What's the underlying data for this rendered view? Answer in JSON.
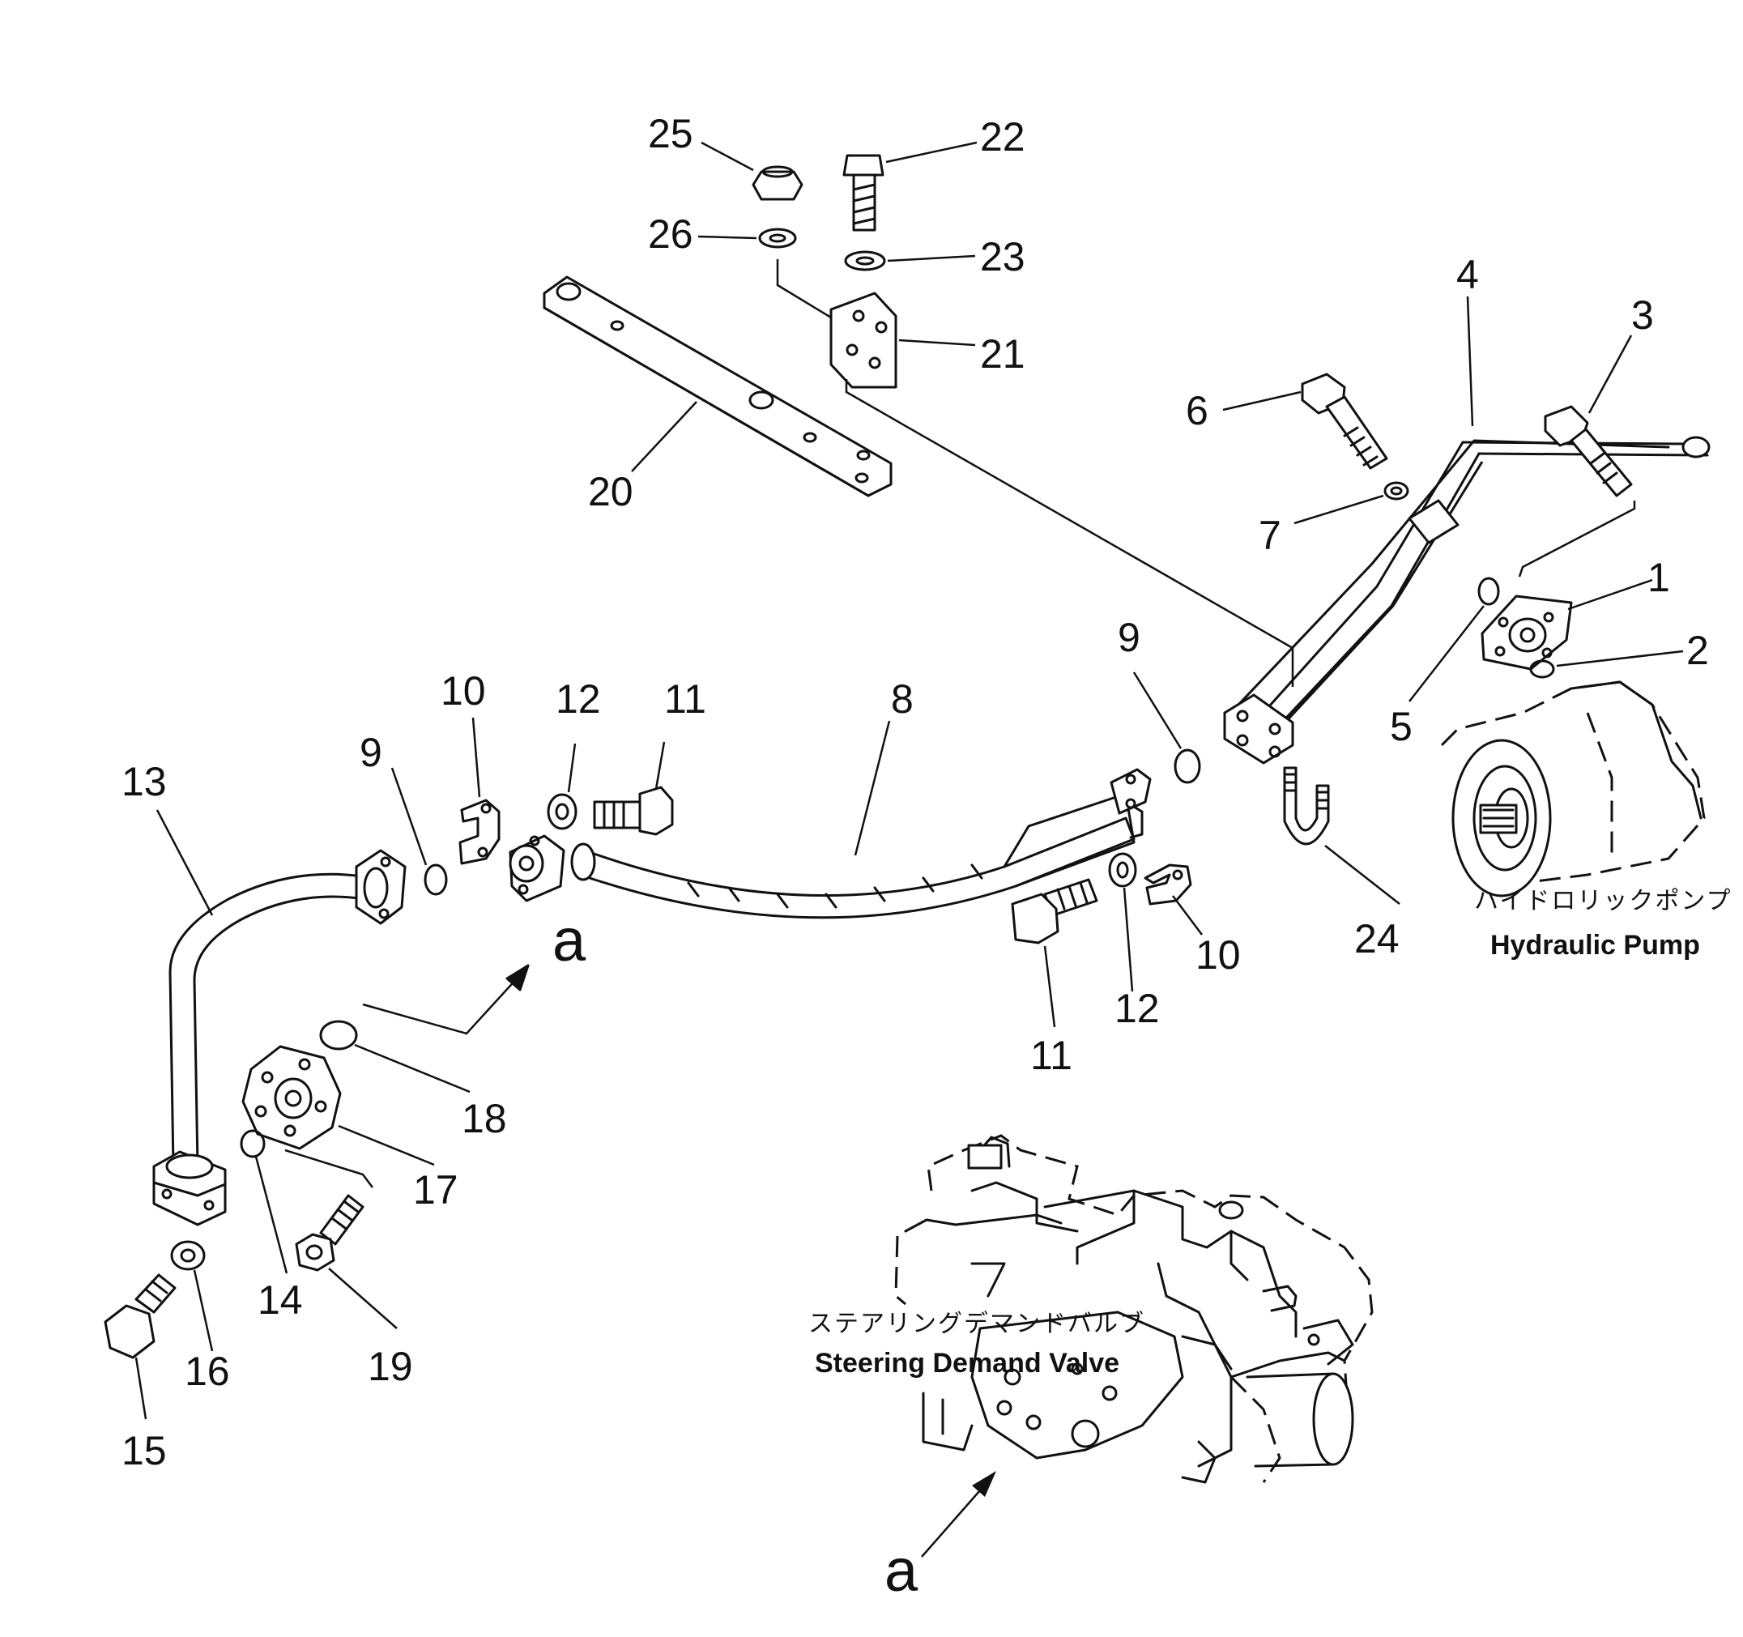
{
  "labels": {
    "n1": "1",
    "n2": "2",
    "n3": "3",
    "n4": "4",
    "n5": "5",
    "n6": "6",
    "n7": "7",
    "n8": "8",
    "n9": "9",
    "n10": "10",
    "n11": "11",
    "n12": "12",
    "n13": "13",
    "n14": "14",
    "n15": "15",
    "n16": "16",
    "n17": "17",
    "n18": "18",
    "n19": "19",
    "n20": "20",
    "n21": "21",
    "n22": "22",
    "n23": "23",
    "n24": "24",
    "n25": "25",
    "n26": "26",
    "ref_a": "a"
  },
  "components": {
    "pump_jp": "ハイドロリックポンプ",
    "pump_en": "Hydraulic Pump",
    "valve_jp": "ステアリングデマンドバルブ",
    "valve_en": "Steering Demand Valve"
  }
}
